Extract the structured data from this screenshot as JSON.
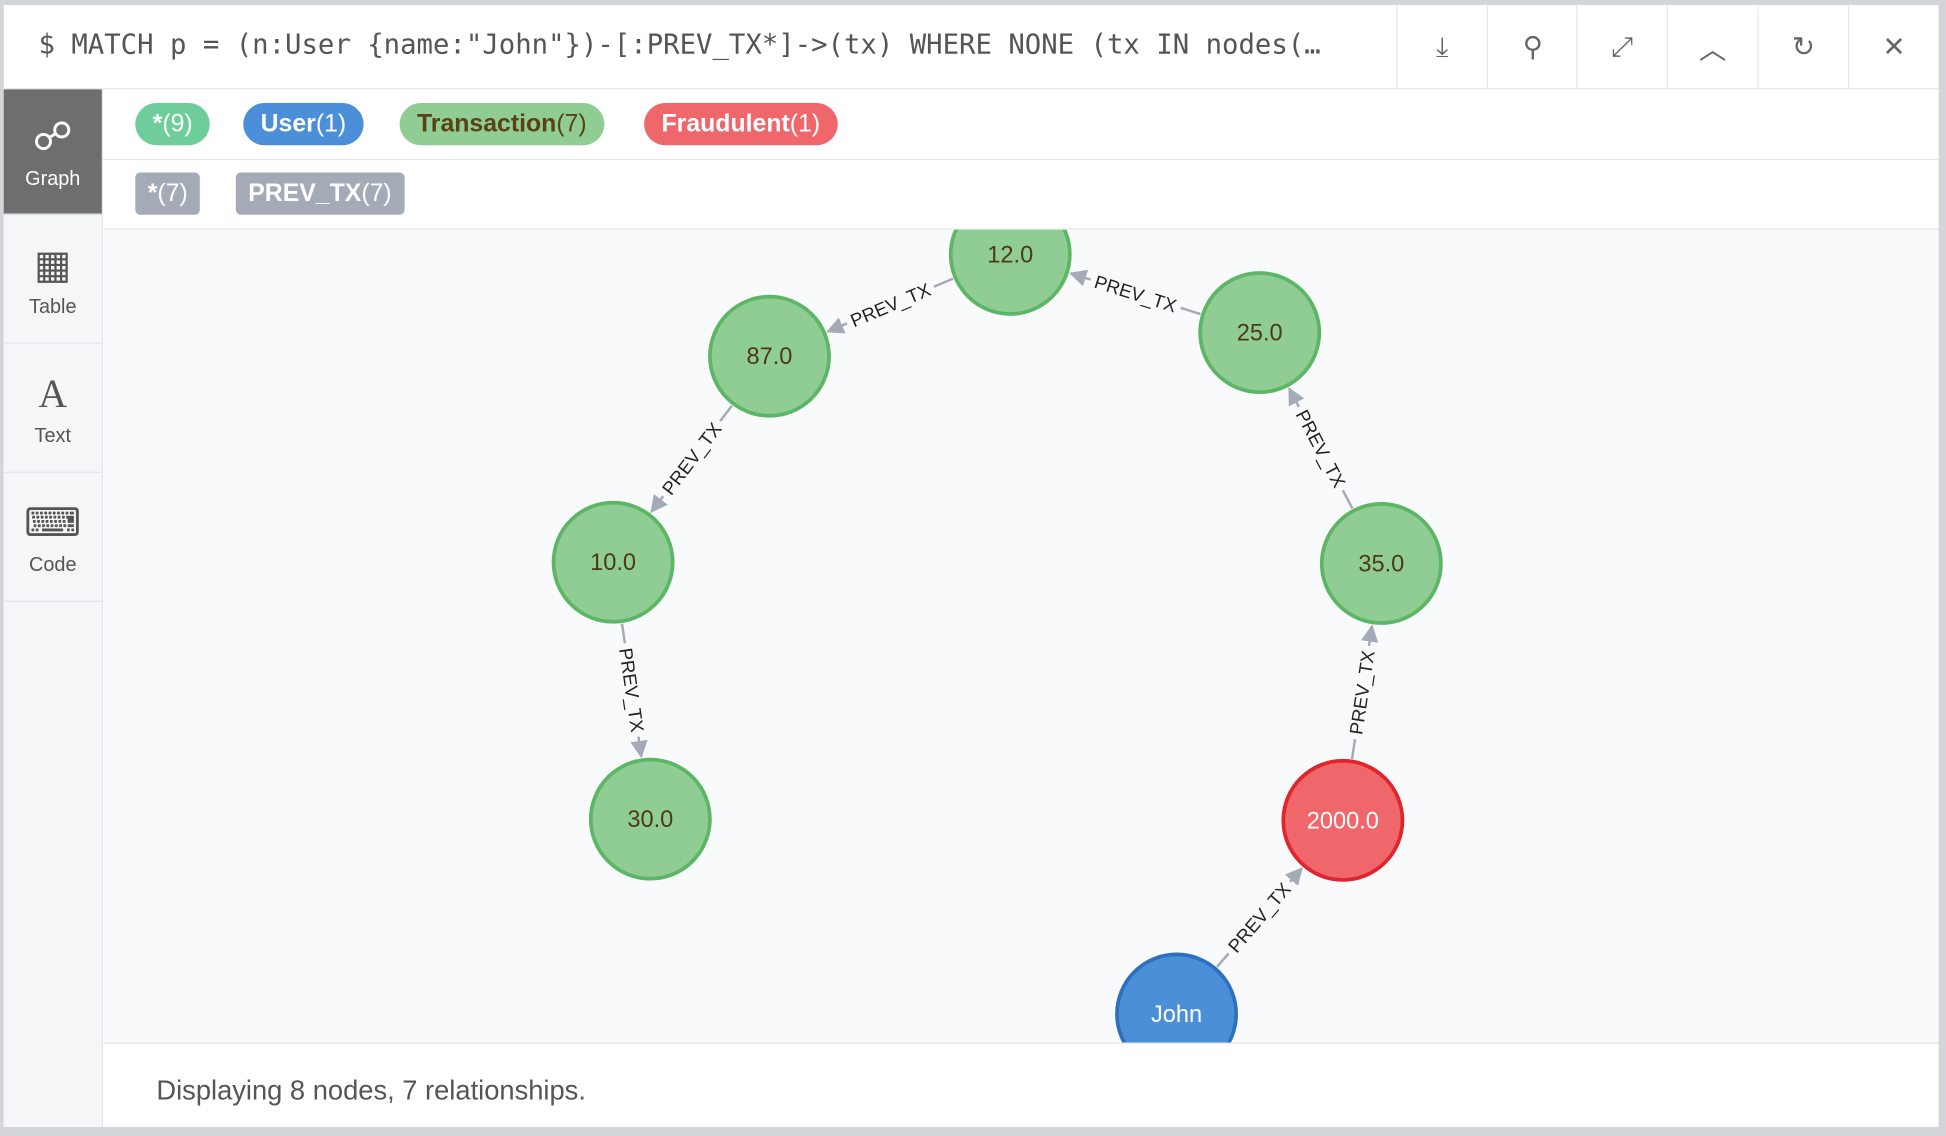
{
  "header": {
    "query": "$ MATCH p = (n:User {name:\"John\"})-[:PREV_TX*]->(tx) WHERE NONE (tx IN nodes(…",
    "buttons": [
      "download",
      "pin",
      "expand",
      "collapse",
      "rerun",
      "close"
    ]
  },
  "sidebar": {
    "items": [
      {
        "label": "Graph",
        "icon": "graph-icon"
      },
      {
        "label": "Table",
        "icon": "table-icon"
      },
      {
        "label": "Text",
        "icon": "text-icon"
      },
      {
        "label": "Code",
        "icon": "code-icon"
      }
    ]
  },
  "labels": [
    {
      "name": "*",
      "count": "(9)",
      "color": "#6fcd9c",
      "text": "#fff"
    },
    {
      "name": "User",
      "count": "(1)",
      "color": "#4c8fd9",
      "text": "#fff"
    },
    {
      "name": "Transaction",
      "count": "(7)",
      "color": "#8fcd94",
      "text": "#5b4214"
    },
    {
      "name": "Fraudulent",
      "count": "(1)",
      "color": "#ef666b",
      "text": "#fff"
    }
  ],
  "relTypes": [
    {
      "name": "*",
      "count": "(7)"
    },
    {
      "name": "PREV_TX",
      "count": "(7)"
    }
  ],
  "nodes": [
    {
      "id": "n12",
      "caption": "12.0",
      "type": "Transaction"
    },
    {
      "id": "n25",
      "caption": "25.0",
      "type": "Transaction"
    },
    {
      "id": "n87",
      "caption": "87.0",
      "type": "Transaction"
    },
    {
      "id": "n10",
      "caption": "10.0",
      "type": "Transaction"
    },
    {
      "id": "n35",
      "caption": "35.0",
      "type": "Transaction"
    },
    {
      "id": "n30",
      "caption": "30.0",
      "type": "Transaction"
    },
    {
      "id": "n2000",
      "caption": "2000.0",
      "type": "Fraudulent"
    },
    {
      "id": "john",
      "caption": "John",
      "type": "User"
    }
  ],
  "edges": [
    {
      "from": "john",
      "to": "n2000",
      "label": "PREV_TX"
    },
    {
      "from": "n2000",
      "to": "n35",
      "label": "PREV_TX"
    },
    {
      "from": "n35",
      "to": "n25",
      "label": "PREV_TX"
    },
    {
      "from": "n25",
      "to": "n12",
      "label": "PREV_TX"
    },
    {
      "from": "n12",
      "to": "n87",
      "label": "PREV_TX"
    },
    {
      "from": "n87",
      "to": "n10",
      "label": "PREV_TX"
    },
    {
      "from": "n10",
      "to": "n30",
      "label": "PREV_TX"
    }
  ],
  "colors": {
    "Transaction": [
      "#8fcd94",
      "#5db665",
      "#4b3a14"
    ],
    "Fraudulent": [
      "#ef666b",
      "#e0252c",
      "#fff"
    ],
    "User": [
      "#4c8fd9",
      "#2e70c0",
      "#fff"
    ]
  },
  "footer": {
    "status": "Displaying 8 nodes, 7 relationships."
  }
}
